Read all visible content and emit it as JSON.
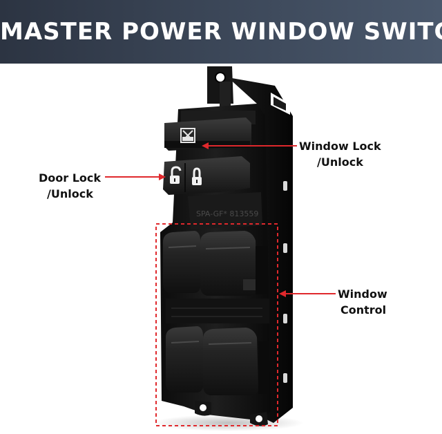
{
  "banner": {
    "title": "MASTER POWER WINDOW SWITCH"
  },
  "callouts": {
    "window_lock": {
      "line1": "Window Lock",
      "line2": "/Unlock"
    },
    "door_lock": {
      "line1": "Door Lock",
      "line2": "/Unlock"
    },
    "window_control": {
      "line1": "Window",
      "line2": "Control"
    }
  },
  "product": {
    "part_marking": "SPA-GF* 813559"
  },
  "icons": {
    "window_lock_button": "window-lock-icon",
    "door_unlock_button": "unlocked-padlock-icon",
    "door_lock_button": "locked-padlock-icon"
  },
  "colors": {
    "callout_red": "#e0282c",
    "banner_dark": "#2c3442",
    "switch_body": "#141414"
  }
}
